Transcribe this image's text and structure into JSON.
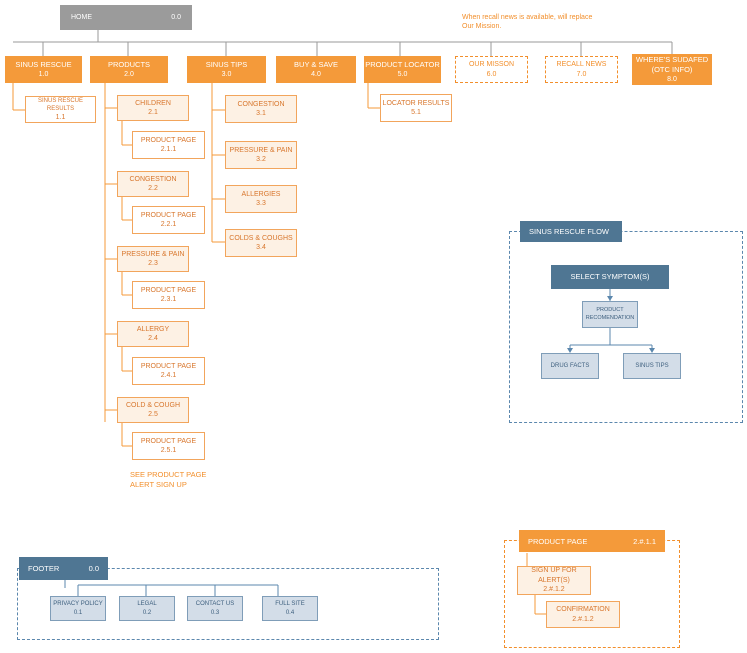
{
  "home": {
    "label": "HOME",
    "num": "0.0"
  },
  "recall_note": [
    "When recall news is available, will replace",
    "Our Mission."
  ],
  "top_nav": [
    {
      "label": "SINUS RESCUE",
      "num": "1.0"
    },
    {
      "label": "PRODUCTS",
      "num": "2.0"
    },
    {
      "label": "SINUS TIPS",
      "num": "3.0"
    },
    {
      "label": "BUY & SAVE",
      "num": "4.0"
    },
    {
      "label": "PRODUCT LOCATOR",
      "num": "5.0"
    },
    {
      "label": "OUR MISSON",
      "num": "6.0"
    },
    {
      "label": "RECALL NEWS",
      "num": "7.0"
    },
    {
      "label": "WHERE'S SUDAFED",
      "label2": "(OTC INFO)",
      "num": "8.0"
    }
  ],
  "sinus_rescue_results": {
    "label": "SINUS RESCUE RESULTS",
    "num": "1.1"
  },
  "products": [
    {
      "label": "CHILDREN",
      "num": "2.1",
      "child": {
        "label": "PRODUCT PAGE",
        "num": "2.1.1"
      }
    },
    {
      "label": "CONGESTION",
      "num": "2.2",
      "child": {
        "label": "PRODUCT PAGE",
        "num": "2.2.1"
      }
    },
    {
      "label": "PRESSURE & PAIN",
      "num": "2.3",
      "child": {
        "label": "PRODUCT PAGE",
        "num": "2.3.1"
      }
    },
    {
      "label": "ALLERGY",
      "num": "2.4",
      "child": {
        "label": "PRODUCT PAGE",
        "num": "2.4.1"
      }
    },
    {
      "label": "COLD & COUGH",
      "num": "2.5",
      "child": {
        "label": "PRODUCT PAGE",
        "num": "2.5.1"
      }
    }
  ],
  "products_note": [
    "SEE PRODUCT PAGE",
    "ALERT SIGN UP"
  ],
  "tips": [
    {
      "label": "CONGESTION",
      "num": "3.1"
    },
    {
      "label": "PRESSURE & PAIN",
      "num": "3.2"
    },
    {
      "label": "ALLERGIES",
      "num": "3.3"
    },
    {
      "label": "COLDS & COUGHS",
      "num": "3.4"
    }
  ],
  "locator_results": {
    "label": "LOCATOR RESULTS",
    "num": "5.1"
  },
  "flow": {
    "title": "SINUS RESCUE FLOW",
    "select": "SELECT SYMPTOM(S)",
    "recommend": [
      "PRODUCT",
      "RECOMENDATION"
    ],
    "drug_facts": "DRUG FACTS",
    "sinus_tips": "SINUS TIPS"
  },
  "footer": {
    "label": "FOOTER",
    "num": "0.0",
    "items": [
      {
        "label": "PRIVACY POLICY",
        "num": "0.1"
      },
      {
        "label": "LEGAL",
        "num": "0.2"
      },
      {
        "label": "CONTACT US",
        "num": "0.3"
      },
      {
        "label": "FULL SITE",
        "num": "0.4"
      }
    ]
  },
  "product_page": {
    "label": "PRODUCT PAGE",
    "num": "2.#.1.1",
    "signup": {
      "label": "SIGN UP FOR",
      "label2": "ALERT(S)",
      "num": "2.#.1.2"
    },
    "confirm": {
      "label": "CONFIRMATION",
      "num": "2.#.1.2"
    }
  },
  "colors": {
    "orange": "#f49a3a",
    "blue": "#4f7693",
    "gray": "#9b9b9b",
    "light_blue": "#d3dde8"
  }
}
